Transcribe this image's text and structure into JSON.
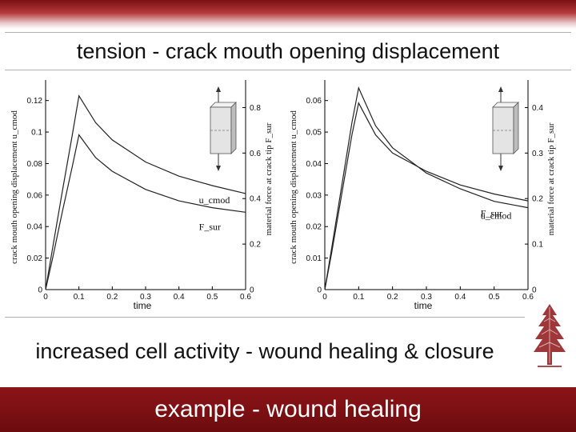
{
  "slide": {
    "title": "tension - crack mouth opening displacement",
    "caption": "increased cell activity - wound healing & closure",
    "footer": "example - wound healing"
  },
  "colors": {
    "brand_red": "#7a0f12",
    "curve": "#222222",
    "axis": "#000000"
  },
  "logo_icon": "redwood-tree-icon",
  "chart_data": [
    {
      "type": "line",
      "xlabel": "time",
      "ylabel": "crack mouth opening displacement u_cmod",
      "y2label": "material force at crack tip F_sur",
      "xlim": [
        0,
        0.6
      ],
      "ylim": [
        0,
        0.13
      ],
      "y2lim": [
        0,
        0.9
      ],
      "xticks": [
        "0",
        "0.1",
        "0.2",
        "0.3",
        "0.4",
        "0.5",
        "0.6"
      ],
      "yticks": [
        "0",
        "0.02",
        "0.04",
        "0.06",
        "0.08",
        "0.1",
        "0.12"
      ],
      "y2ticks": [
        "0",
        "0.2",
        "0.4",
        "0.6",
        "0.8"
      ],
      "series": [
        {
          "name": "u_cmod",
          "axis": "left",
          "x": [
            0,
            0.02,
            0.05,
            0.08,
            0.1,
            0.15,
            0.2,
            0.3,
            0.4,
            0.5,
            0.6
          ],
          "y": [
            0,
            0.025,
            0.062,
            0.098,
            0.123,
            0.106,
            0.095,
            0.081,
            0.072,
            0.066,
            0.061
          ]
        },
        {
          "name": "F_sur",
          "axis": "right",
          "x": [
            0,
            0.02,
            0.05,
            0.08,
            0.1,
            0.15,
            0.2,
            0.3,
            0.4,
            0.5,
            0.6
          ],
          "y": [
            0,
            0.13,
            0.34,
            0.54,
            0.68,
            0.58,
            0.52,
            0.44,
            0.39,
            0.36,
            0.34
          ]
        }
      ]
    },
    {
      "type": "line",
      "xlabel": "time",
      "ylabel": "crack mouth opening displacement u_cmod",
      "y2label": "material force at crack tip F_sur",
      "xlim": [
        0,
        0.6
      ],
      "ylim": [
        0,
        0.065
      ],
      "y2lim": [
        0,
        0.45
      ],
      "xticks": [
        "0",
        "0.1",
        "0.2",
        "0.3",
        "0.4",
        "0.5",
        "0.6"
      ],
      "yticks": [
        "0",
        "0.01",
        "0.02",
        "0.03",
        "0.04",
        "0.05",
        "0.06"
      ],
      "y2ticks": [
        "0",
        "0.1",
        "0.2",
        "0.3",
        "0.4"
      ],
      "series": [
        {
          "name": "u_cmod",
          "axis": "left",
          "x": [
            0,
            0.02,
            0.05,
            0.08,
            0.1,
            0.15,
            0.2,
            0.3,
            0.4,
            0.5,
            0.6
          ],
          "y": [
            0,
            0.013,
            0.033,
            0.053,
            0.064,
            0.052,
            0.045,
            0.037,
            0.032,
            0.028,
            0.026
          ]
        },
        {
          "name": "F_sur",
          "axis": "right",
          "x": [
            0,
            0.02,
            0.05,
            0.08,
            0.1,
            0.15,
            0.2,
            0.3,
            0.4,
            0.5,
            0.6
          ],
          "y": [
            0,
            0.08,
            0.21,
            0.34,
            0.41,
            0.34,
            0.3,
            0.26,
            0.23,
            0.21,
            0.195
          ]
        }
      ]
    }
  ]
}
